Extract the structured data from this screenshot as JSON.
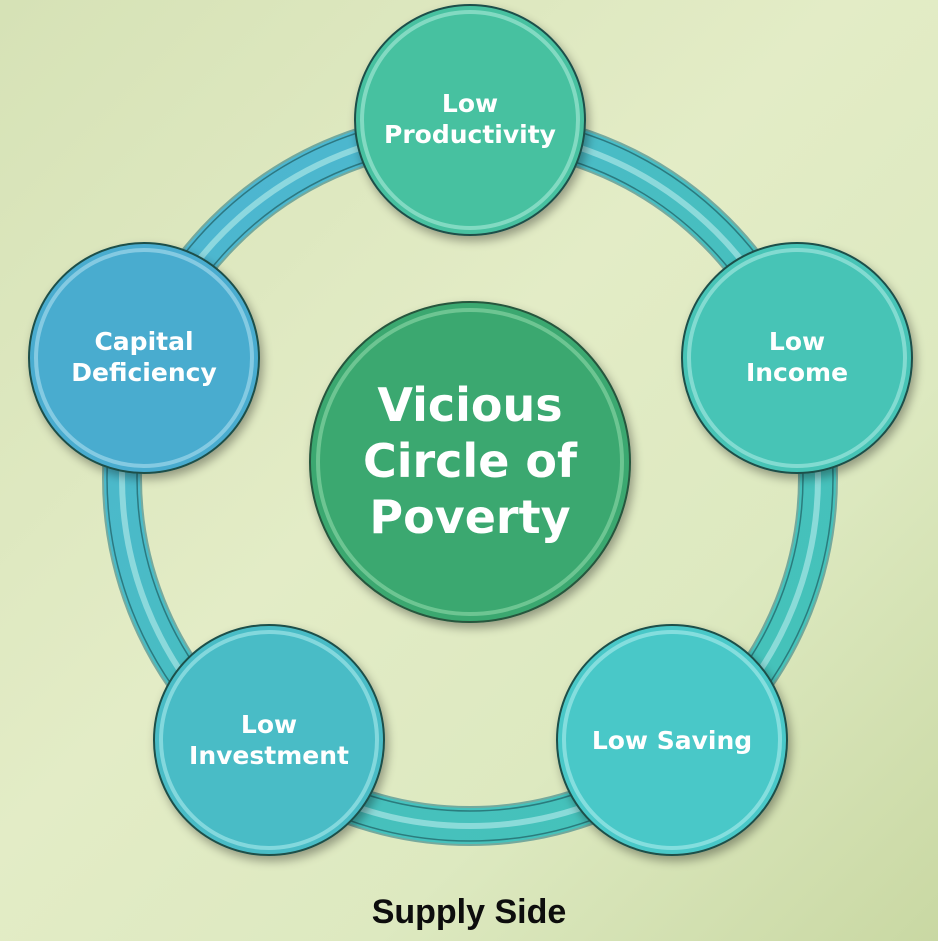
{
  "diagram": {
    "center": {
      "lines": [
        "Vicious",
        "Circle of",
        "Poverty"
      ],
      "color": "#3aa870"
    },
    "nodes": [
      {
        "id": "low-productivity",
        "lines": [
          "Low",
          "Productivity"
        ],
        "color": "#46c1a0"
      },
      {
        "id": "low-income",
        "lines": [
          "Low",
          "Income"
        ],
        "color": "#46c4b6"
      },
      {
        "id": "low-saving",
        "lines": [
          "Low Saving"
        ],
        "color": "#4ac8c8"
      },
      {
        "id": "low-investment",
        "lines": [
          "Low",
          "Investment"
        ],
        "color": "#48bcc6"
      },
      {
        "id": "capital-deficiency",
        "lines": [
          "Capital",
          "Deficiency"
        ],
        "color": "#4aaccf"
      }
    ],
    "ring_color": "#48bcc4"
  },
  "caption": "Supply Side"
}
